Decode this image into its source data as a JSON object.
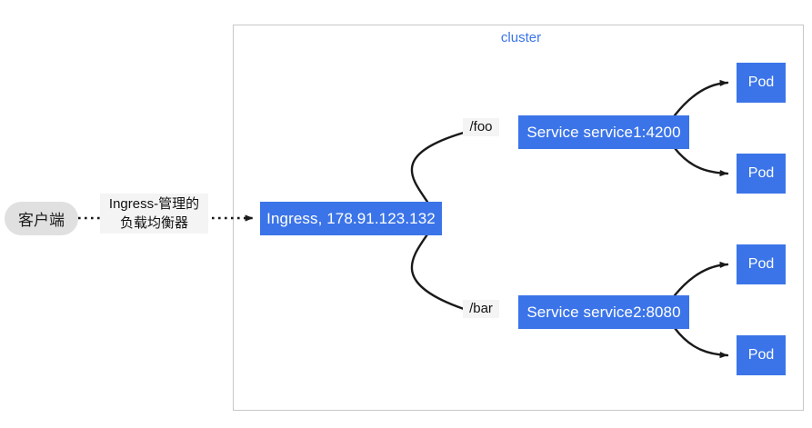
{
  "diagram": {
    "title_label": "cluster",
    "client": {
      "label": "客户端"
    },
    "ingress_edge": {
      "line1": "Ingress-管理的",
      "line2": "负载均衡器"
    },
    "ingress": {
      "label": "Ingress, 178.91.123.132"
    },
    "routes": [
      {
        "path_label": "/foo",
        "service_label": "Service service1:4200"
      },
      {
        "path_label": "/bar",
        "service_label": "Service service2:8080"
      }
    ],
    "pods": [
      {
        "label": "Pod"
      },
      {
        "label": "Pod"
      },
      {
        "label": "Pod"
      },
      {
        "label": "Pod"
      }
    ],
    "colors": {
      "node_blue": "#3b74e8",
      "node_text": "#ffffff",
      "client_fill": "#e0e0e0",
      "cluster_border": "#c8c8c8",
      "cluster_label": "#3b74e8",
      "edge_stroke": "#1a1a1a",
      "edge_label_bg": "#f4f4f4"
    }
  }
}
